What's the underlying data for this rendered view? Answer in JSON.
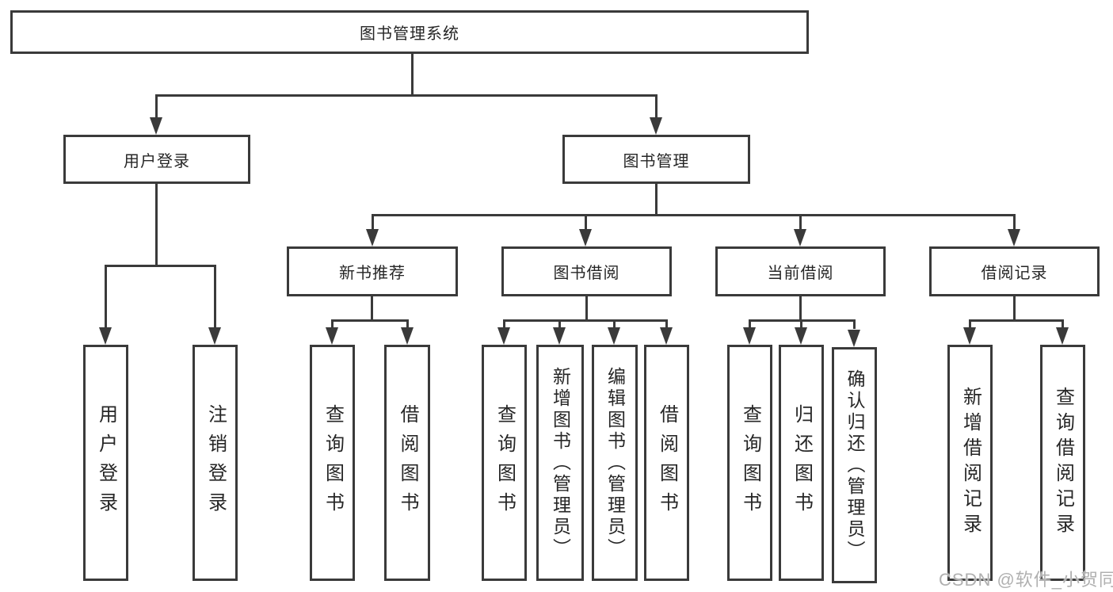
{
  "nodes": {
    "root": "图书管理系统",
    "user_login": "用户登录",
    "book_mgmt": "图书管理",
    "new_books": "新书推荐",
    "book_borrow": "图书借阅",
    "current_borrow": "当前借阅",
    "borrow_records": "借阅记录",
    "leaves": {
      "user_login": [
        "用户登录",
        "注销登录"
      ],
      "new_books": [
        "查询图书",
        "借阅图书"
      ],
      "book_borrow": [
        "查询图书",
        "新增图书（管理员）",
        "编辑图书（管理员）",
        "借阅图书"
      ],
      "current_borrow": [
        "查询图书",
        "归还图书",
        "确认归还（管理员）"
      ],
      "borrow_records": [
        "新增借阅记录",
        "查询借阅记录"
      ]
    }
  },
  "watermark": "CSDN @软件_小贺同学",
  "colors": {
    "line": "#3a3a3a",
    "text": "#262626",
    "watermark": "#b0b0b0",
    "background": "#ffffff"
  }
}
